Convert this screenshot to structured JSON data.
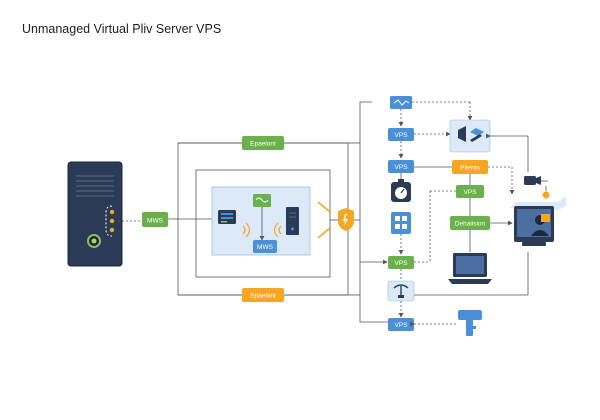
{
  "title": "Unmanaged Virtual Pliv Server VPS",
  "labels": {
    "mws_left": "MWS",
    "mws_center": "MWS",
    "top_green": "Epaelont",
    "bottom_orange": "Epaelont",
    "vps_1": "VPS",
    "vps_2": "VPS",
    "vps_3": "VPS",
    "vps_4": "VPS",
    "vps_right": "VPS",
    "plients": "Plients",
    "dehaiision": "Dehaiision"
  },
  "colors": {
    "blue": "#4a90d9",
    "green": "#6ab04c",
    "orange": "#f5a623",
    "dark_navy": "#2b3a55",
    "line": "#555555"
  },
  "icons": [
    "server-tower-icon",
    "switch-icon",
    "router-icon",
    "shield-icon",
    "security-device-icon",
    "gauge-icon",
    "grid-app-icon",
    "network-hub-icon",
    "laptop-icon",
    "user-monitor-icon",
    "camera-icon",
    "key-icon",
    "monitor-icon"
  ]
}
